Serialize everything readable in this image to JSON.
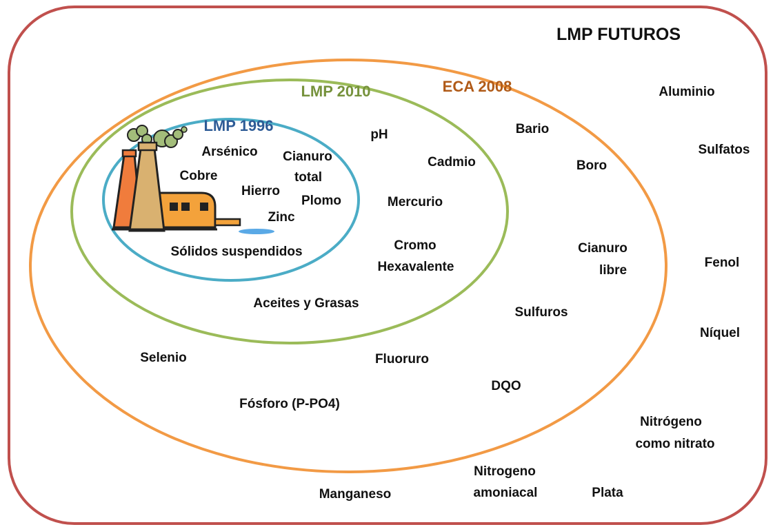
{
  "diagram": {
    "outer_label": "LMP FUTUROS",
    "sets": [
      {
        "label": "ECA 2008",
        "color": "#f29a45",
        "text_color": "#b05a17"
      },
      {
        "label": "LMP 2010",
        "color": "#9bbb59",
        "text_color": "#76923c"
      },
      {
        "label": "LMP 1996",
        "color": "#4bacc6",
        "text_color": "#2e5b96"
      }
    ],
    "border_color": "#c0504d",
    "lmp1996_items": [
      "Arsénico",
      "Cianuro",
      "total",
      "Cobre",
      "Hierro",
      "Plomo",
      "Zinc",
      "Sólidos suspendidos"
    ],
    "lmp2010_items": [
      "pH",
      "Cadmio",
      "Mercurio",
      "Cromo",
      "Hexavalente",
      "Aceites y Grasas"
    ],
    "eca2008_items": [
      "Bario",
      "Boro",
      "Cianuro",
      "libre",
      "Sulfuros",
      "Fluoruro",
      "DQO",
      "Selenio",
      "Fósforo (P-PO4)"
    ],
    "futuros_items": [
      "Aluminio",
      "Sulfatos",
      "Fenol",
      "Níquel",
      "Nitrógeno",
      "como nitrato",
      "Nitrogeno",
      "amoniacal",
      "Manganeso",
      "Plata"
    ],
    "icon": "factory-icon"
  }
}
